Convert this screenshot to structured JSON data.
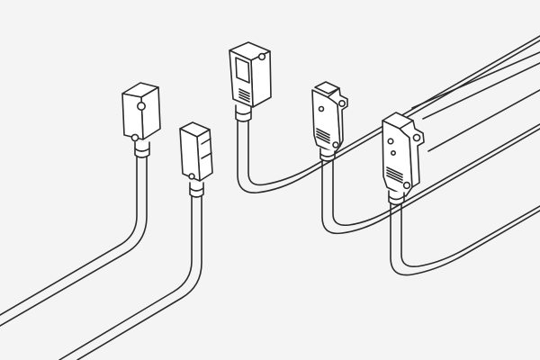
{
  "colors": {
    "background": "#f4f4f4",
    "line": "#2a2a2a",
    "fill": "#ffffff"
  },
  "sensors": [
    {
      "id": "s1",
      "style": "square-with-mount-hole"
    },
    {
      "id": "s2",
      "style": "slim-block"
    },
    {
      "id": "s3",
      "style": "square-with-vents"
    },
    {
      "id": "s4",
      "style": "notched-with-vents"
    },
    {
      "id": "s5",
      "style": "large-notched-with-vents"
    }
  ]
}
